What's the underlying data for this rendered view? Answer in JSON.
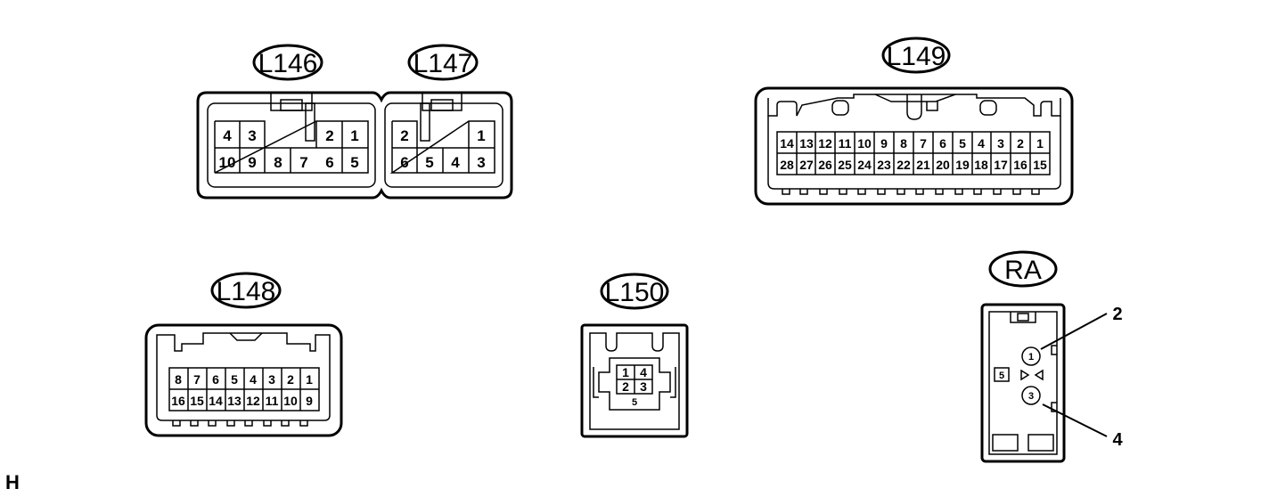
{
  "connectors": {
    "L146": {
      "label": "L146",
      "pins_top": [
        "4",
        "3",
        "",
        "",
        "2",
        "1"
      ],
      "pins_bottom": [
        "10",
        "9",
        "8",
        "7",
        "6",
        "5"
      ]
    },
    "L147": {
      "label": "L147",
      "pins_top": [
        "2",
        "",
        "",
        "1"
      ],
      "pins_bottom": [
        "6",
        "5",
        "4",
        "3"
      ]
    },
    "L149": {
      "label": "L149",
      "pins_top": [
        "14",
        "13",
        "12",
        "11",
        "10",
        "9",
        "8",
        "7",
        "6",
        "5",
        "4",
        "3",
        "2",
        "1"
      ],
      "pins_bottom": [
        "28",
        "27",
        "26",
        "25",
        "24",
        "23",
        "22",
        "21",
        "20",
        "19",
        "18",
        "17",
        "16",
        "15"
      ]
    },
    "L148": {
      "label": "L148",
      "pins_top": [
        "8",
        "7",
        "6",
        "5",
        "4",
        "3",
        "2",
        "1"
      ],
      "pins_bottom": [
        "16",
        "15",
        "14",
        "13",
        "12",
        "11",
        "10",
        "9"
      ]
    },
    "L150": {
      "label": "L150",
      "pins": [
        "1",
        "4",
        "2",
        "3",
        "5"
      ]
    },
    "RA": {
      "label": "RA",
      "pin_1": "1",
      "pin_3": "3",
      "pin_5": "5",
      "callout_2": "2",
      "callout_4": "4"
    }
  },
  "corner_mark": "H"
}
